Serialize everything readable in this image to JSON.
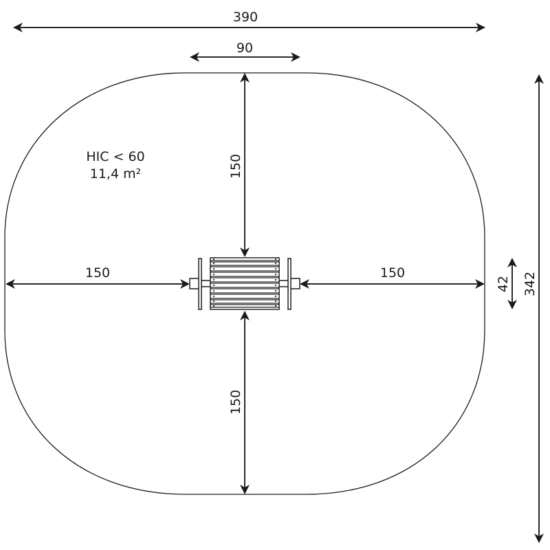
{
  "diagram": {
    "type": "playground equipment safety zone plan",
    "colors": {
      "line": "#1a1a1a",
      "background": "#ffffff"
    },
    "safety_area": {
      "shape": "rounded-rectangle",
      "hic_label": "HIC < 60",
      "area_label": "11,4 m²"
    },
    "dimensions": {
      "overall_width": "390",
      "equipment_width": "90",
      "top_clearance": "150",
      "bottom_clearance": "150",
      "left_clearance": "150",
      "right_clearance": "150",
      "equipment_depth": "42",
      "overall_depth": "342"
    },
    "equipment": {
      "name": "rotating drum",
      "slat_count": 11
    }
  }
}
